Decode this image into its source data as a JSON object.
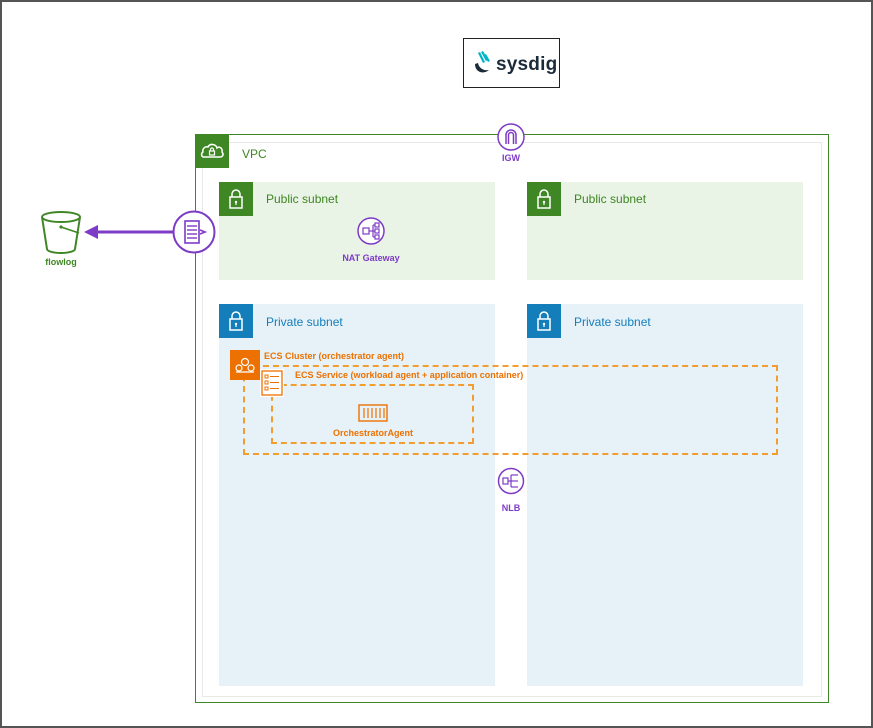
{
  "brand": {
    "logo_text": "sysdig"
  },
  "vpc": {
    "label": "VPC"
  },
  "igw": {
    "label": "IGW"
  },
  "subnets": {
    "public_left": "Public subnet",
    "public_right": "Public subnet",
    "private_left": "Private subnet",
    "private_right": "Private subnet"
  },
  "nat_gateway": {
    "label": "NAT Gateway"
  },
  "flowlog": {
    "label": "flowlog"
  },
  "ecs_cluster": {
    "label": "ECS Cluster  (orchestrator agent)"
  },
  "ecs_service": {
    "label": "ECS Service  (workload agent + application container)"
  },
  "orchestrator": {
    "label": "OrchestratorAgent"
  },
  "nlb": {
    "label": "NLB"
  },
  "colors": {
    "vpc_green": "#3f8624",
    "subnet_blue": "#147eba",
    "network_purple": "#7d3bc6",
    "compute_orange": "#ed7100",
    "public_fill": "#e9f3e6",
    "private_fill": "#e6f2f8"
  },
  "icons": [
    "sysdig-logo-icon",
    "vpc-cloud-icon",
    "igw-icon",
    "lock-icon",
    "nat-gateway-icon",
    "flow-logs-icon",
    "s3-bucket-icon",
    "ecs-cluster-icon",
    "ecs-service-icon",
    "container-icon",
    "nlb-icon"
  ]
}
